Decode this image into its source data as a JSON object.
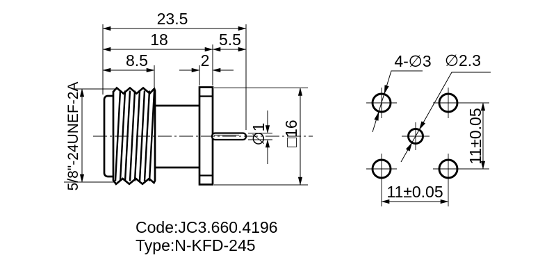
{
  "side_view": {
    "dim_overall_length": "23.5",
    "dim_body_length": "18",
    "dim_tail_length": "5.5",
    "dim_thread_length": "8.5",
    "dim_flange_thickness": "2",
    "thread_spec": "5/8\"-24UNEF-2A",
    "dim_pin_diameter": "∅1",
    "dim_flange_square": "□16"
  },
  "hole_pattern_view": {
    "corner_holes_label": "4-∅3",
    "center_hole_label": "∅2.3",
    "vertical_pitch": "11±0.05",
    "horizontal_pitch": "11±0.05"
  },
  "footer": {
    "code_line": "Code:JC3.660.4196",
    "type_line": "Type:N-KFD-245"
  },
  "colors": {
    "line": "#000000",
    "background": "#ffffff"
  }
}
